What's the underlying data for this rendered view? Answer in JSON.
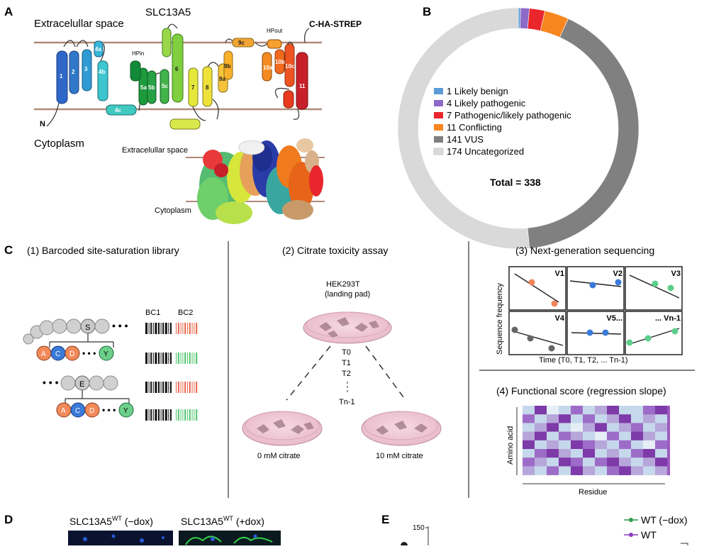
{
  "panel_a": {
    "letter": "A",
    "protein": "SLC13A5",
    "extracellular": "Extracelullar space",
    "cytoplasm": "Cytoplasm",
    "n_term": "N",
    "c_term": "C-HA-STREP",
    "hpin": "HPin",
    "hpout": "HPout",
    "helix_labels": [
      "1",
      "2",
      "3",
      "4a",
      "4b",
      "4c",
      "5a",
      "5b",
      "5c",
      "6",
      "7",
      "8",
      "9a",
      "9b",
      "9c",
      "10a",
      "10b",
      "10c",
      "11"
    ],
    "structure_extracellular": "Extracelullar space",
    "structure_cytoplasm": "Cytoplasm"
  },
  "panel_b": {
    "letter": "B",
    "legend": [
      "1 Likely benign",
      "4 Likely pathogenic",
      "7 Pathogenic/likely pathogenic",
      "11 Conflicting",
      "141 VUS",
      "174 Uncategorized"
    ],
    "total": "Total = 338"
  },
  "chart_data": {
    "type": "pie",
    "categories": [
      "Likely benign",
      "Likely pathogenic",
      "Pathogenic/likely pathogenic",
      "Conflicting",
      "VUS",
      "Uncategorized"
    ],
    "values": [
      1,
      4,
      7,
      11,
      141,
      174
    ],
    "colors": [
      "#5b9bd5",
      "#8e6ac8",
      "#e8262c",
      "#f7861f",
      "#808080",
      "#d9d9d9"
    ],
    "legend_position": "inside",
    "style": "donut"
  },
  "panel_c": {
    "letter": "C",
    "step1": "(1) Barcoded site-saturation library",
    "bc1": "BC1",
    "bc2": "BC2",
    "residue_s": "S",
    "residue_e": "E",
    "aa": [
      "A",
      "C",
      "D",
      "Y"
    ],
    "step2": "(2) Citrate toxicity assay",
    "cell_line": "HEK293T",
    "landing_pad": "(landing pad)",
    "timepoints": [
      "T0",
      "T1",
      "T2"
    ],
    "tn": "Tn-1",
    "dish_left": "0 mM citrate",
    "dish_right": "10 mM citrate",
    "step3": "(3) Next-generation sequencing",
    "variants": [
      "V1",
      "V2",
      "V3",
      "V4",
      "V5...",
      "... Vn-1"
    ],
    "ylabel": "Sequence frequency",
    "xlabel": "Time (T0, T1, T2, ... Tn-1)",
    "step4": "(4) Functional score (regression slope)",
    "heat_ylabel": "Amino acid",
    "heat_xlabel": "Residue"
  },
  "panel_d": {
    "letter": "D",
    "label_minus": "SLC13A5",
    "label_minus_sup": "WT",
    "label_minus_tail": " (−dox)",
    "label_plus": "SLC13A5",
    "label_plus_sup": "WT",
    "label_plus_tail": " (+dox)"
  },
  "panel_e": {
    "letter": "E",
    "ytick": "150",
    "legend": [
      "WT (−dox)",
      "WT"
    ]
  }
}
